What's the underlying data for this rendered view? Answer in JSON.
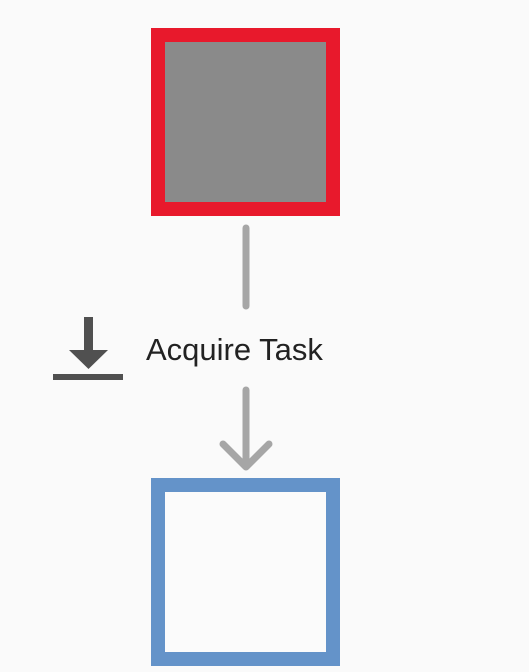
{
  "diagram": {
    "source_node": {
      "state": "active",
      "border_color": "#e8192c",
      "fill_color": "#8a8a8a"
    },
    "target_node": {
      "state": "pending",
      "border_color": "#6493c9",
      "fill_color": "#fbfbfb"
    },
    "edge": {
      "label": "Acquire Task",
      "icon": "download-icon",
      "line_color": "#a6a6a6"
    }
  }
}
